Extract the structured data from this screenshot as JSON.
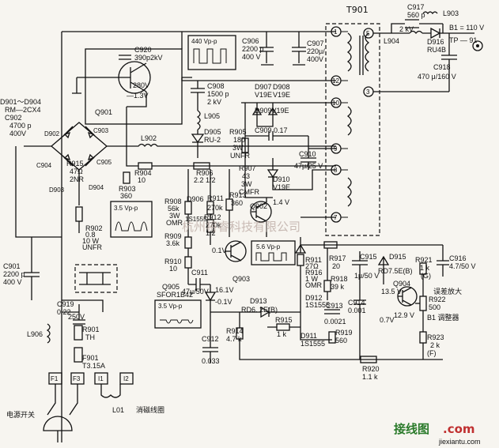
{
  "labels": {
    "t901": "T901",
    "c917": "C917",
    "c917_val": "560 p",
    "c917_v": "2 kV",
    "l903": "L903",
    "l904": "L904",
    "d916": "D916",
    "ru4b": "RU4B",
    "b1": "B1 = 110 V",
    "tp91": "TP — 91",
    "c918": "C918",
    "c918_val": "470 μ/160 V",
    "c906": "C906",
    "c906_a": "2200 p",
    "c906_b": "400 V",
    "c907": "C907",
    "c907_a": "220μ/",
    "c907_b": "400V",
    "c920": "C920",
    "c920_val": "390p2kV",
    "v280": "280V",
    "v13": "—1.3V",
    "q901": "Q901",
    "d901": "D901～D904",
    "rm2cx4": "RM—2CX4",
    "c902": "C902",
    "c902_val": "4700 p",
    "c902_v": "400V",
    "c903": "C903",
    "c904": "C904",
    "c905": "C905",
    "d902": "D902",
    "d903": "D903",
    "d904": "D904",
    "r915": "R915",
    "r915_val": "47Ω",
    "r915_t": "2NR",
    "c908": "C908",
    "c908_a": "1500 p",
    "c908_b": "2 kV",
    "l905": "L905",
    "d905": "D905",
    "d905_t": "RU-2",
    "w440": "440 Vp-p",
    "d907": "D907",
    "d908": "D908",
    "v19e_a": "V19E",
    "v19e_b": "V19E",
    "d909": "D909V19E",
    "c917b": "C909 0.17",
    "r905": "R905",
    "r905_a": "180",
    "r905_b": "3W",
    "r905_c": "UNFR",
    "c910": "C910",
    "c910_val": "47μ/25 V",
    "r907": "R907",
    "r907_a": "43",
    "r907_b": "3W",
    "r907_c": "CMFR",
    "d910": "D910",
    "d910_t": "V19E",
    "l902": "L902",
    "r904": "R904",
    "r904_val": "10",
    "r903": "R903",
    "r903_val": "360",
    "r906": "R906",
    "r906_val": "2.2 1/2",
    "w35a": "3.5 Vp-p",
    "r908": "R908",
    "r908_a": "56k",
    "r908_b": "3W",
    "r908_c": "OMR",
    "d906": "D906",
    "d906_t": "1S1555",
    "r913": "R913",
    "r913_val": "360",
    "r911": "R911",
    "r911_val": "270k",
    "r912": "R912",
    "r912_val": "270k",
    "r912_w": "1/2",
    "q902": "Q902",
    "v14": "1.4 V",
    "r909": "R909",
    "r909_val": "3.6k",
    "r910": "R910",
    "r910_val": "10",
    "c911": "C911",
    "c911_val": "47μ/50V",
    "v01": "0.1V",
    "w56": "5.6 Vp-p",
    "q903": "Q903",
    "q905": "Q905",
    "q905_t": "SFOR1B42",
    "w35b": "3.5 Vp-p",
    "v161": "16.1V",
    "v01b": "-0.1V",
    "c901": "C901",
    "c901_a": "2200 p",
    "c901_b": "400 V",
    "c919": "C919",
    "c919_a": "0.22",
    "c919_b": "250V",
    "r902": "R902",
    "r902_a": "0.8",
    "r902_b": "10 W",
    "r902_c": "UNFR",
    "l906": "L906",
    "r901": "R901",
    "r901_t": "TH",
    "f901": "F901",
    "f901_t": "T3.15A",
    "f1": "F1",
    "f3": "F3",
    "i1": "I1",
    "i2": "I2",
    "l01": "L01",
    "degauss": "消磁线圈",
    "power": "电源开关",
    "d913": "D913",
    "d913_t": "RD6. 2E(B)",
    "r914": "R914",
    "r914_val": "4.7 k",
    "c912": "C912",
    "c912_val": "0.033",
    "r915b": "R915",
    "r915b_val": "1 k",
    "r917": "R917",
    "r917_val": "20",
    "r916": "R916",
    "r916_a": "1 W",
    "r916_b": "OMR",
    "r911b": "R911",
    "r911b_val": "27Ω",
    "r918": "R918",
    "r918_val": "39 k",
    "d912": "D912",
    "d912_t": "1S1555",
    "c913": "C913",
    "c913_val": "0.0021",
    "d911": "D911",
    "d911_t": "1S1555",
    "r919": "R919",
    "r919_val": "560",
    "c915": "C915",
    "c915_val": "1μ/50 V",
    "d915": "D915",
    "d915_t": "RD7.5E(B)",
    "r921": "R921",
    "r921_val": "1 k",
    "r921_g": "(G)",
    "c916": "C916",
    "c916_val": "4.7/50 V",
    "err_amp": "误差放大",
    "q904": "Q904",
    "v135": "13.5 V",
    "c914": "C914",
    "c914_val": "0.001",
    "v07": "0.7V",
    "v129": "12.9 V",
    "r922": "R922",
    "r922_val": "500",
    "b1adj": "B1 调整器",
    "r923": "R923",
    "r923_val": "2 k",
    "r923_f": "(F)",
    "r920": "R920",
    "r920_val": "1.1 k",
    "watermark": "杭州将睿科技有限公司",
    "logo_cn": "接线图",
    "logo_com": ".com",
    "logo_url": "jiexiantu.com"
  },
  "pins": [
    "1",
    "5",
    "12",
    "3",
    "10",
    "9",
    "8",
    "7"
  ]
}
